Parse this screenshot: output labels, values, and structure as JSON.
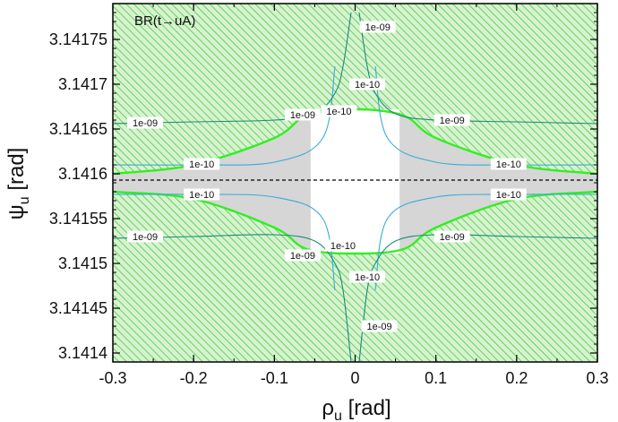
{
  "chart_data": {
    "type": "contour",
    "title": "",
    "annotation": "BR(t→uA)",
    "xlabel_symbol": "ρ",
    "xlabel_subscript": "u",
    "xlabel_unit": "[rad]",
    "ylabel_symbol": "ψ",
    "ylabel_subscript": "u",
    "ylabel_unit": "[rad]",
    "xlim": [
      -0.3,
      0.3
    ],
    "ylim": [
      3.14139,
      3.14179
    ],
    "x_ticks": [
      "-0.3",
      "-0.2",
      "-0.1",
      "0",
      "0.1",
      "0.2",
      "0.3"
    ],
    "x_tick_values": [
      -0.3,
      -0.2,
      -0.1,
      0,
      0.1,
      0.2,
      0.3
    ],
    "y_ticks": [
      "3.1414",
      "3.14145",
      "3.1415",
      "3.14155",
      "3.1416",
      "3.14165",
      "3.1417",
      "3.14175"
    ],
    "y_tick_values": [
      3.1414,
      3.14145,
      3.1415,
      3.14155,
      3.1416,
      3.14165,
      3.1417,
      3.14175
    ],
    "reference_line": {
      "y": 3.141593,
      "style": "dashed"
    },
    "excluded_vertical_band": {
      "x": [
        -0.055,
        0.055
      ]
    },
    "allowed_region": {
      "x": [
        -0.3,
        -0.2,
        -0.1,
        -0.06,
        0,
        0.06,
        0.1,
        0.2,
        0.3
      ],
      "upper": [
        3.1416,
        3.14161,
        3.14164,
        3.141665,
        3.141672,
        3.141665,
        3.14164,
        3.14161,
        3.1416
      ],
      "lower": [
        3.14158,
        3.141572,
        3.14154,
        3.141516,
        3.141511,
        3.141516,
        3.14154,
        3.141572,
        3.14158
      ]
    },
    "contours": [
      {
        "label": "1e-10",
        "x": [
          -0.3,
          -0.2,
          -0.1,
          -0.04,
          -0.025
        ],
        "y": [
          3.14161,
          3.14161,
          3.141613,
          3.14164,
          3.14172
        ],
        "label_at": [
          -0.19,
          3.141611
        ]
      },
      {
        "label": "1e-10",
        "x": [
          0.025,
          0.04,
          0.1,
          0.2,
          0.3
        ],
        "y": [
          3.14172,
          3.14164,
          3.141613,
          3.14161,
          3.14161
        ],
        "label_at": [
          0.19,
          3.141611
        ]
      },
      {
        "label": "1e-10",
        "x": [
          -0.3,
          -0.2,
          -0.1,
          -0.04,
          -0.025
        ],
        "y": [
          3.141577,
          3.141577,
          3.141574,
          3.14155,
          3.14147
        ],
        "label_at": [
          -0.19,
          3.141577
        ]
      },
      {
        "label": "1e-10",
        "x": [
          0.025,
          0.04,
          0.1,
          0.2,
          0.3
        ],
        "y": [
          3.14147,
          3.14155,
          3.141574,
          3.141577,
          3.141577
        ],
        "label_at": [
          0.19,
          3.141577
        ]
      },
      {
        "label": "1e-09",
        "x": [
          -0.3,
          -0.2,
          -0.1,
          -0.05,
          -0.025,
          -0.015,
          -0.005
        ],
        "y": [
          3.141656,
          3.141658,
          3.14166,
          3.141667,
          3.14169,
          3.14172,
          3.14178
        ],
        "label_at": [
          -0.26,
          3.141657
        ]
      },
      {
        "label": "1e-09",
        "x": [
          0.005,
          0.015,
          0.025,
          0.05,
          0.1,
          0.2,
          0.3
        ],
        "y": [
          3.14178,
          3.14172,
          3.14169,
          3.141667,
          3.14166,
          3.141658,
          3.141656
        ],
        "label_at": [
          0.12,
          3.14166
        ]
      },
      {
        "label": "1e-09",
        "x": [
          -0.3,
          -0.2,
          -0.1,
          -0.05,
          -0.025,
          -0.015,
          -0.005
        ],
        "y": [
          3.141528,
          3.14153,
          3.141532,
          3.141525,
          3.1415,
          3.14147,
          3.14139
        ],
        "label_at": [
          -0.26,
          3.14153
        ]
      },
      {
        "label": "1e-09",
        "x": [
          0.005,
          0.015,
          0.025,
          0.05,
          0.1,
          0.2,
          0.3
        ],
        "y": [
          3.14139,
          3.14147,
          3.1415,
          3.141525,
          3.141532,
          3.14153,
          3.141528
        ],
        "label_at": [
          0.12,
          3.14153
        ]
      }
    ],
    "center_labels": [
      {
        "label": "1e-09",
        "at": [
          0.028,
          3.141764
        ]
      },
      {
        "label": "1e-10",
        "at": [
          0.015,
          3.1417
        ]
      },
      {
        "label": "1e-10",
        "at": [
          -0.02,
          3.14167
        ]
      },
      {
        "label": "1e-10",
        "at": [
          -0.015,
          3.14152
        ]
      },
      {
        "label": "1e-10",
        "at": [
          0.015,
          3.141485
        ]
      },
      {
        "label": "1e-09",
        "at": [
          0.03,
          3.14143
        ]
      },
      {
        "label": "1e-09",
        "at": [
          -0.065,
          3.141666
        ]
      },
      {
        "label": "1e-09",
        "at": [
          -0.065,
          3.141509
        ]
      }
    ],
    "colors": {
      "allowed_boundary": "#33ee22",
      "hatch": "#44cc44",
      "hatch_background": "#d8f2d0",
      "excluded_band_gray": "#d6d6d6",
      "contour_1e-10": "#3aaad8",
      "contour_1e-09": "#1a8a7a",
      "reference_line": "#000000"
    }
  }
}
